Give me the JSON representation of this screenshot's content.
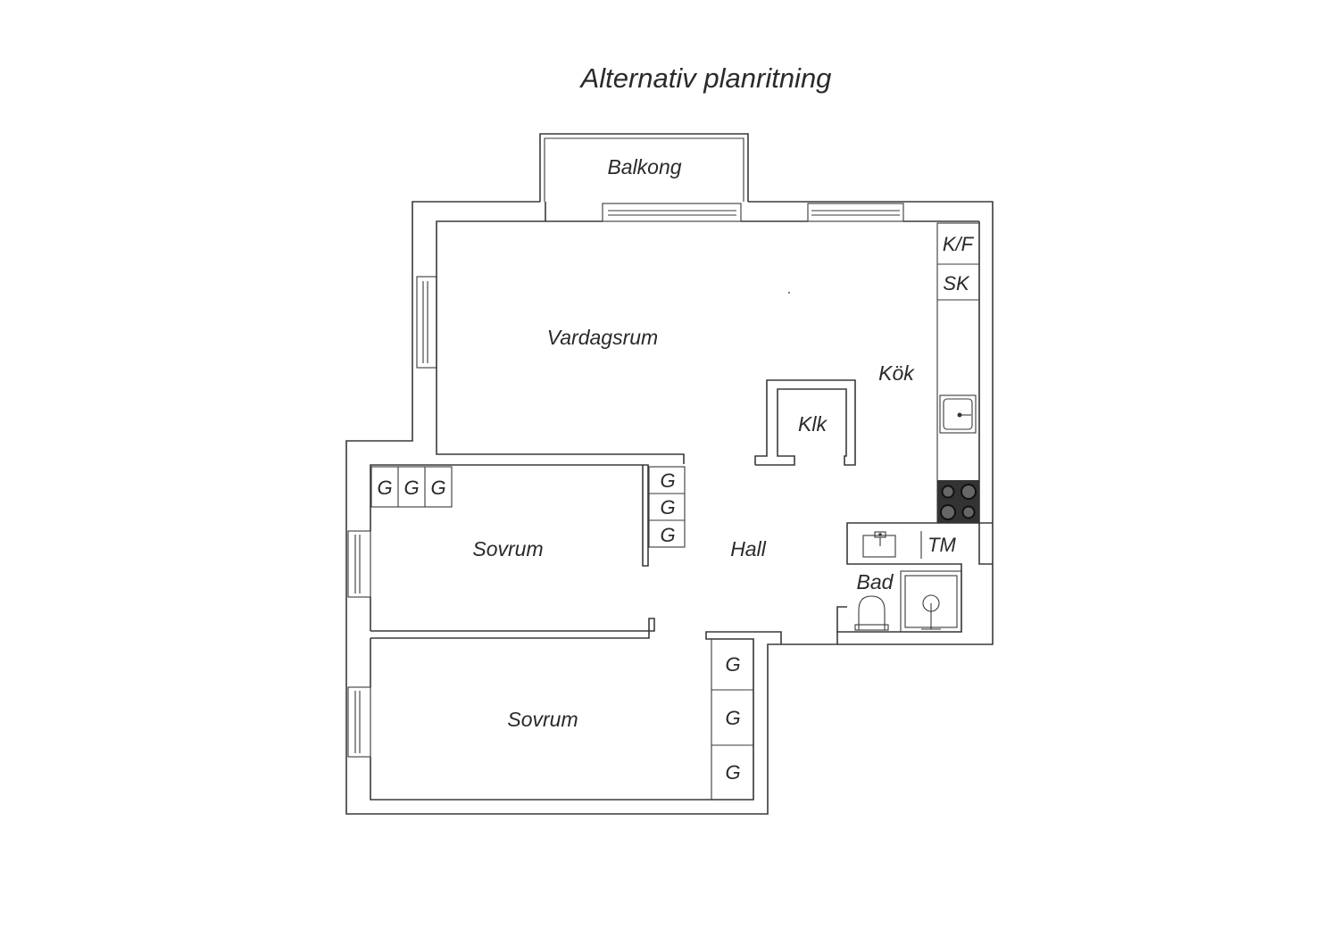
{
  "title": "Alternativ planritning",
  "rooms": {
    "balcony": "Balkong",
    "living": "Vardagsrum",
    "kitchen": "Kök",
    "closet": "Klk",
    "bedroom_1": "Sovrum",
    "hall": "Hall",
    "bathroom": "Bad",
    "bedroom_2": "Sovrum"
  },
  "fixtures": {
    "fridge_freezer": "K/F",
    "cabinet": "SK",
    "washing_machine": "TM",
    "wardrobe": "G"
  },
  "colors": {
    "line": "#3a3a3a",
    "stove": "#333333",
    "background": "#ffffff"
  }
}
